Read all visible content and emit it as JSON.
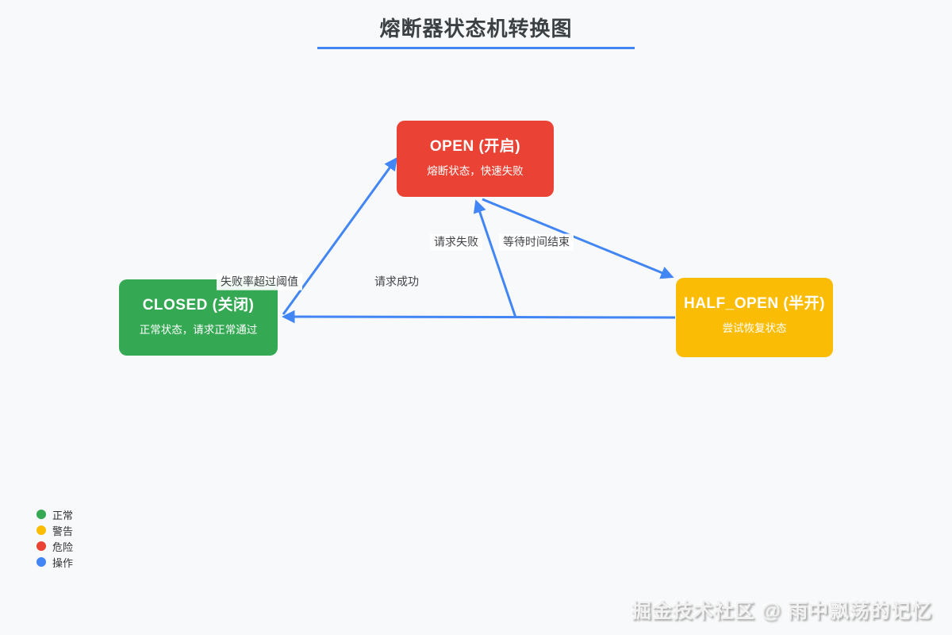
{
  "title": "熔断器状态机转换图",
  "colors": {
    "green": "#34a853",
    "yellow": "#fbbc05",
    "red": "#ea4335",
    "blue": "#4285f4"
  },
  "states": {
    "open": {
      "label": "OPEN (开启)",
      "desc": "熔断状态，快速失败",
      "color": "#ea4335"
    },
    "closed": {
      "label": "CLOSED (关闭)",
      "desc": "正常状态，请求正常通过",
      "color": "#34a853"
    },
    "half_open": {
      "label": "HALF_OPEN (半开)",
      "desc": "尝试恢复状态",
      "color": "#fbbc05"
    }
  },
  "transitions": {
    "closed_to_open": "失败率超过阈值",
    "half_open_to_open": "请求失败",
    "open_to_half_open": "等待时间结束",
    "half_open_to_closed": "请求成功"
  },
  "legend": {
    "items": [
      {
        "label": "正常",
        "color": "#34a853"
      },
      {
        "label": "警告",
        "color": "#fbbc05"
      },
      {
        "label": "危险",
        "color": "#ea4335"
      },
      {
        "label": "操作",
        "color": "#4285f4"
      }
    ]
  },
  "watermark": "掘金技术社区 @ 雨中飘荡的记忆"
}
